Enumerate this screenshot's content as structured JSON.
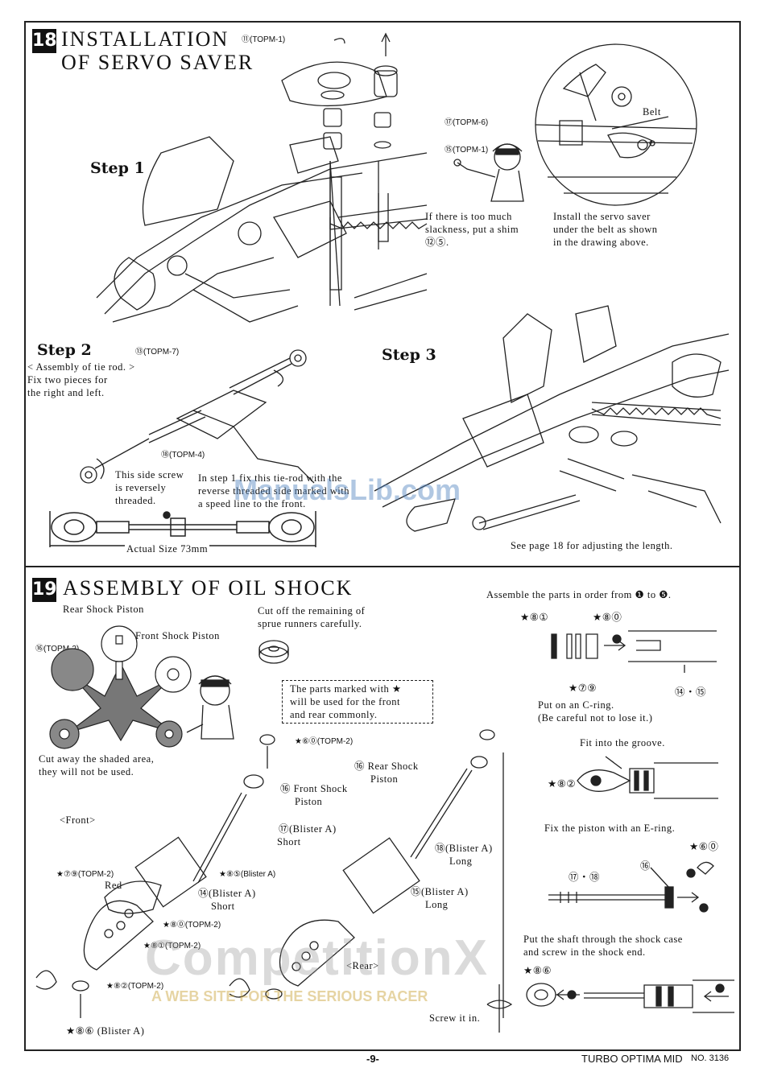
{
  "section18": {
    "number": "18",
    "title_line1": "INSTALLATION",
    "title_line2": "OF SERVO SAVER",
    "part_11": "⑪(TOPM-1)",
    "part_97": "⑰(TOPM-6)",
    "part_75": "⑮(TOPM-1)",
    "step1": "Step 1",
    "belt_label": "Belt",
    "slack_note": [
      "If there is too much",
      "slackness, put a shim",
      "⑫⑤."
    ],
    "install_note": [
      "Install the servo saver",
      "under the belt as shown",
      "in the drawing above."
    ],
    "step2": "Step 2",
    "part_63": "⑬(TOPM-7)",
    "step2_text": [
      "< Assembly of tie rod. >",
      "Fix two pieces for",
      "the right and left."
    ],
    "part_98": "⑱(TOPM-4)",
    "reverse_note": [
      "This side screw",
      "is reversely",
      "threaded."
    ],
    "step_note": [
      "In step 1 fix this tie-rod with the",
      "reverse threaded side marked with",
      "a speed line to the front."
    ],
    "actual_size": "Actual Size 73mm",
    "step3": "Step 3",
    "adjust_note": "See page 18 for adjusting the length."
  },
  "section19": {
    "number": "19",
    "title": "ASSEMBLY OF OIL SHOCK",
    "rear_piston": "Rear Shock Piston",
    "front_piston": "Front Shock Piston",
    "part_76": "⑯(TOPM-2)",
    "cut_shaded": [
      "Cut away the shaded area,",
      "they will not be used."
    ],
    "cut_sprue": [
      "Cut off the remaining of",
      "sprue runners carefully."
    ],
    "common_note": [
      "The parts marked with ★",
      "will be used for the front",
      "and rear commonly."
    ],
    "part_60": "★⑥⓪(TOPM-2)",
    "front_label": "<Front>",
    "rear_label": "<Rear>",
    "front_shock_piston_ref": [
      "⑯ Front Shock",
      "Piston"
    ],
    "rear_shock_piston_ref": [
      "⑯ Rear Shock",
      "Piston"
    ],
    "shaft_77": [
      "⑰(Blister A)",
      "Short"
    ],
    "shaft_78": [
      "⑱(Blister A)",
      "Long"
    ],
    "part_85": "★⑧⑤(Blister A)",
    "part_79": "★⑦⑨(TOPM-2)",
    "red": "Red",
    "case_74": [
      "⑭(Blister A)",
      "Short"
    ],
    "case_75": [
      "⑮(Blister A)",
      "Long"
    ],
    "part_80": "★⑧⓪(TOPM-2)",
    "part_81": "★⑧①(TOPM-2)",
    "part_82": "★⑧②(TOPM-2)",
    "part_86": "★⑧⑥ (Blister A)",
    "order_note": "Assemble the parts in order from ❶ to ❺.",
    "d_81": "★⑧①",
    "d_80": "★⑧⓪",
    "d_79": "★⑦⑨",
    "d_7475": "⑭・⑮",
    "c_ring": [
      "Put on an C-ring.",
      "(Be careful not to lose it.)"
    ],
    "groove": "Fit into the groove.",
    "d_82": "★⑧②",
    "e_ring": "Fix the piston with an E-ring.",
    "d_60": "★⑥⓪",
    "d_76": "⑯",
    "d_7778": "⑰・⑱",
    "shaft_note": [
      "Put the shaft through the shock case",
      "and screw in the shock end."
    ],
    "d_86": "★⑧⑥",
    "screw_in": "Screw it in."
  },
  "watermarks": {
    "manualslib": "ManualsLib.com",
    "competition": "CompetitionX",
    "competition_sub": "A WEB SITE     FOR THE SERIOUS RACER"
  },
  "footer": {
    "page": "-9-",
    "model": "TURBO OPTIMA MID",
    "doc_no": "NO. 3136"
  }
}
